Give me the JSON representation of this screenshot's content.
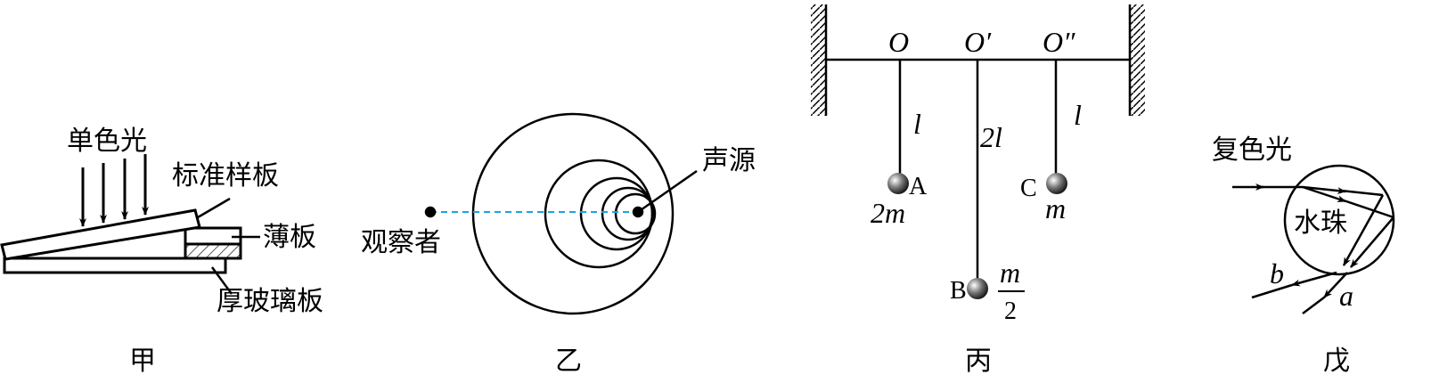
{
  "panels": {
    "jia": {
      "caption": "甲",
      "light": "单色光",
      "standard_plate": "标准样板",
      "thin_plate": "薄板",
      "thick_glass": "厚玻璃板"
    },
    "yi": {
      "caption": "乙",
      "source": "声源",
      "observer": "观察者",
      "dash_color": "#1aa3e8"
    },
    "bing": {
      "caption": "丙",
      "o1": "O",
      "o2": "O′",
      "o3": "O″",
      "l1": "l",
      "l2": "2l",
      "l3": "l",
      "ball_a": "A",
      "mass_a": "2m",
      "ball_b": "B",
      "mass_b_num": "m",
      "mass_b_den": "2",
      "ball_c": "C",
      "mass_c": "m"
    },
    "wu": {
      "caption": "戊",
      "light": "复色光",
      "drop": "水珠",
      "ray_a": "a",
      "ray_b": "b"
    }
  }
}
